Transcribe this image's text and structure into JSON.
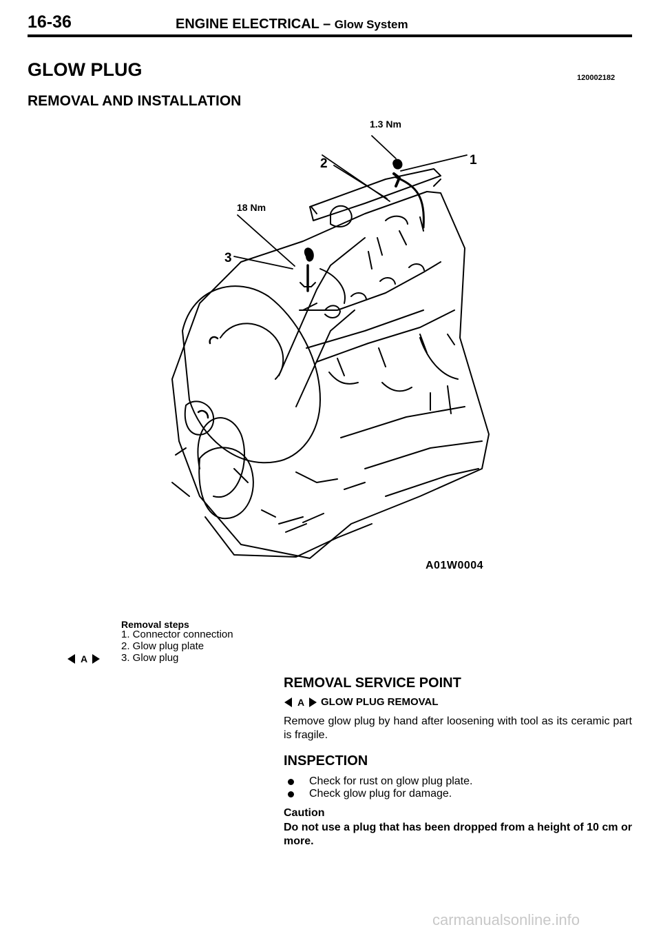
{
  "header": {
    "page_number": "16-36",
    "title_main": "ENGINE ELECTRICAL",
    "title_sep": " – ",
    "title_sub": "Glow System"
  },
  "section": {
    "title": "GLOW PLUG",
    "doc_id": "120002182",
    "subtitle": "REMOVAL AND INSTALLATION"
  },
  "figure": {
    "label": "A01W0004",
    "callouts": {
      "torque_top": "1.3 Nm",
      "torque_left": "18 Nm",
      "num_1": "1",
      "num_2": "2",
      "num_3": "3"
    }
  },
  "removal_steps": {
    "title": "Removal steps",
    "steps": [
      "1. Connector connection",
      "2. Glow plug plate",
      "3. Glow plug"
    ],
    "marker": "A"
  },
  "service_point": {
    "title": "REMOVAL SERVICE POINT",
    "marker": "A",
    "subtitle": "GLOW PLUG REMOVAL",
    "body": "Remove glow plug by hand after loosening with tool as its ceramic part is fragile."
  },
  "inspection": {
    "title": "INSPECTION",
    "items": [
      "Check for rust on glow plug plate.",
      "Check glow plug for damage."
    ],
    "caution_title": "Caution",
    "caution_body": "Do not use a plug that has been dropped from a height of 10 cm or more."
  },
  "watermark": "carmanualsonline.info"
}
